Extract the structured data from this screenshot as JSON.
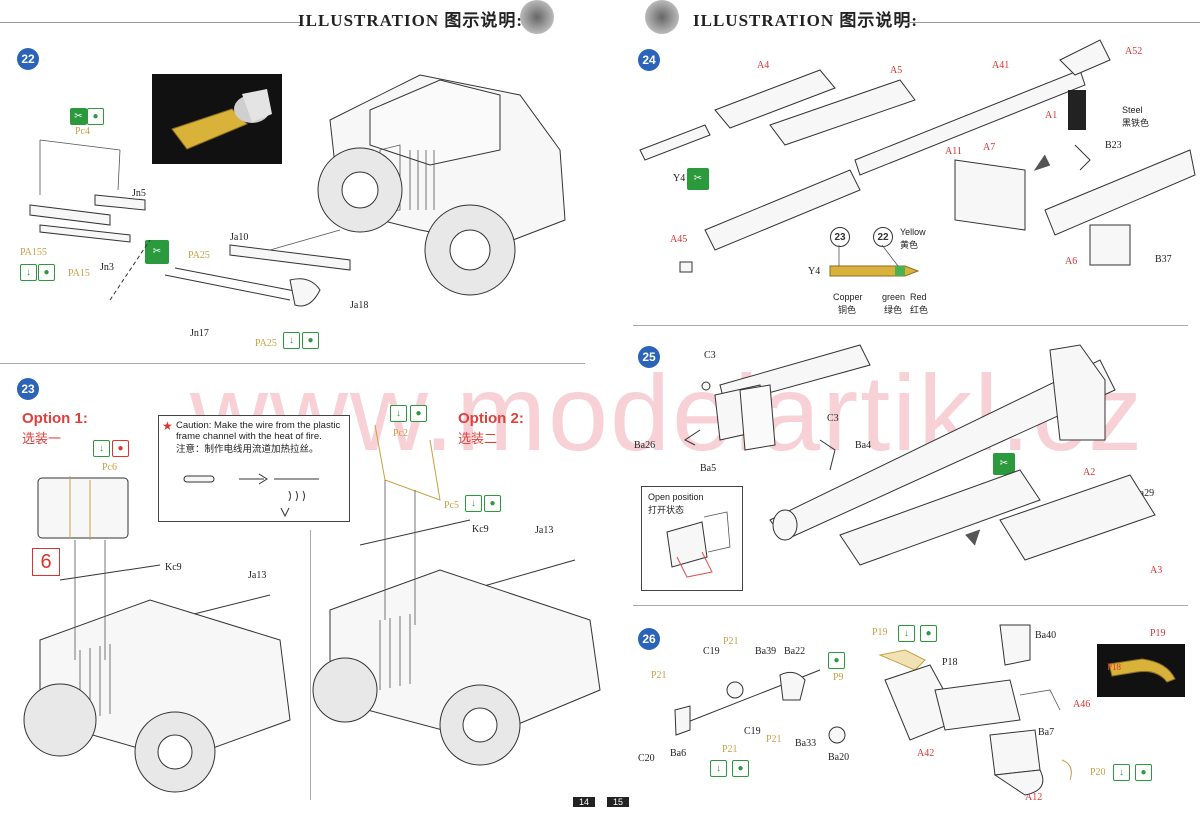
{
  "header": {
    "title_left": "ILLUSTRATION 图示说明:",
    "title_right": "ILLUSTRATION 图示说明:"
  },
  "steps": {
    "s22": {
      "num": "22",
      "parts": {
        "pc4": "Pc4",
        "jn5": "Jn5",
        "pa155": "PA155",
        "pa15": "PA15",
        "jn3": "Jn3",
        "ja10": "Ja10",
        "pa25a": "PA25",
        "pa25b": "PA25",
        "ja18": "Ja18",
        "jn17": "Jn17"
      }
    },
    "s23": {
      "num": "23",
      "option1": "Option 1:",
      "option1_cn": "选装一",
      "option2": "Option 2:",
      "option2_cn": "选装二",
      "caution_en": "Caution: Make the wire from the plastic frame channel with the heat of fire.",
      "caution_cn": "注意：制作电线用流道加热拉丝。",
      "ref_num": "6",
      "parts": {
        "pc6": "Pc6",
        "kc9a": "Kc9",
        "ja13a": "Ja13",
        "pc2": "Pc2",
        "pc5": "Pc5",
        "kc9b": "Kc9",
        "ja13b": "Ja13"
      }
    },
    "s24": {
      "num": "24",
      "parts": {
        "a4": "A4",
        "a5": "A5",
        "a41": "A41",
        "a52": "A52",
        "a1": "A1",
        "b23": "B23",
        "a11": "A11",
        "a7": "A7",
        "a45": "A45",
        "a6": "A6",
        "b37": "B37",
        "y4a": "Y4",
        "y4b": "Y4"
      },
      "steel": "Steel",
      "steel_cn": "黑铁色",
      "yellow": "Yellow",
      "yellow_cn": "黄色",
      "copper": "Copper",
      "copper_cn": "铜色",
      "green": "green",
      "green_cn": "绿色",
      "red": "Red",
      "red_cn": "红色",
      "ref23": "23",
      "ref22": "22"
    },
    "s25": {
      "num": "25",
      "parts": {
        "c3a": "C3",
        "c3b": "C3",
        "ba26": "Ba26",
        "ba5": "Ba5",
        "ba4": "Ba4",
        "a2": "A2",
        "ba29": "Ba29",
        "a3": "A3"
      },
      "open_en": "Open position",
      "open_cn": "打开状态"
    },
    "s26": {
      "num": "26",
      "parts": {
        "p21a": "P21",
        "c19a": "C19",
        "ba39": "Ba39",
        "ba22": "Ba22",
        "p21b": "P21",
        "p9": "P9",
        "c20": "C20",
        "ba6": "Ba6",
        "c19b": "C19",
        "p21c": "P21",
        "p21d": "P21",
        "ba33": "Ba33",
        "ba20": "Ba20",
        "p19a": "P19",
        "p18a": "P18",
        "ba40": "Ba40",
        "a46": "A46",
        "a42": "A42",
        "ba7": "Ba7",
        "p20": "P20",
        "a12": "A12",
        "p19b": "P19",
        "p18b": "P18"
      }
    }
  },
  "watermark": "www.modelartikl.cz",
  "page_numbers": {
    "left": "14",
    "right": "15"
  },
  "icons": {
    "glue": "glue-drop-icon",
    "cement": "cement-arrow-icon",
    "cut": "cut-icon",
    "arrow": "arrow-icon"
  },
  "colors": {
    "step_blue": "#2a63b8",
    "pe_gold": "#c8a043",
    "option_red": "#e0403a",
    "icon_green": "#2b9a3c"
  }
}
